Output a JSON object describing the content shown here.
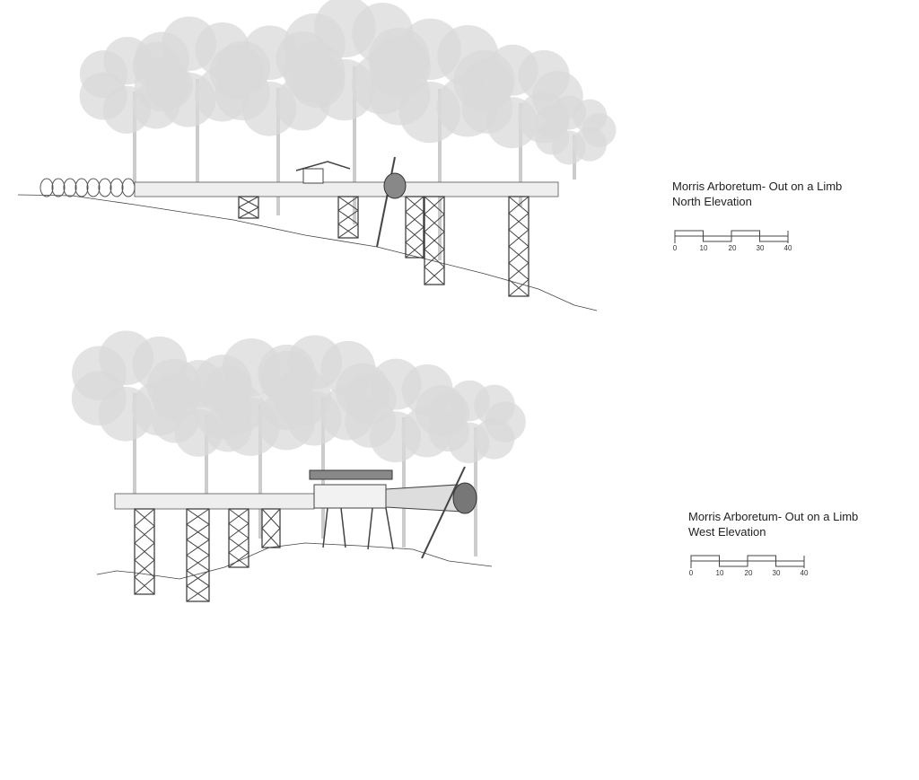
{
  "north": {
    "title": "Morris Arboretum- Out on a Limb",
    "subtitle": "North  Elevation",
    "scale_labels": [
      "0",
      "10",
      "20",
      "30",
      "40"
    ]
  },
  "west": {
    "title": "Morris Arboretum- Out on a Limb",
    "subtitle": "West Elevation",
    "scale_labels": [
      "0",
      "10",
      "20",
      "30",
      "40"
    ]
  },
  "colors": {
    "tree": "#d9d9d9",
    "line": "#444444"
  }
}
